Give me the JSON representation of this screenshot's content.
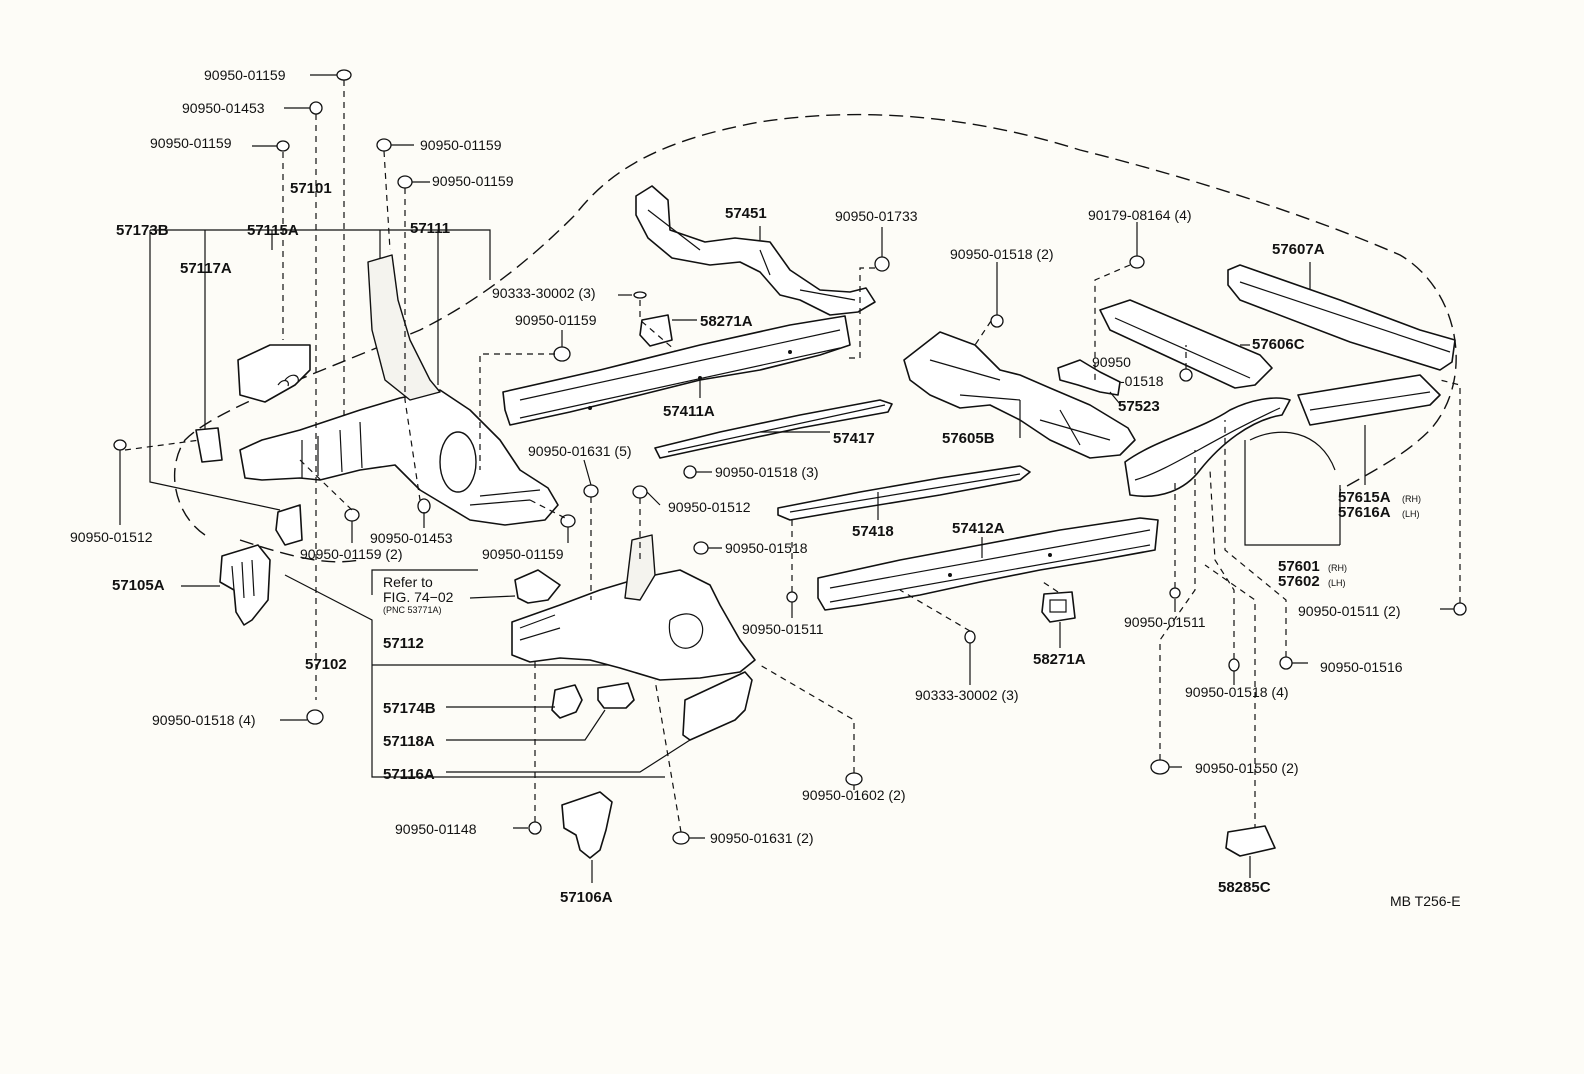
{
  "diagram_id": "MB T256-E",
  "labels": {
    "l_90950_01159_a": "90950-01159",
    "l_90950_01453_a": "90950-01453",
    "l_90950_01159_b": "90950-01159",
    "l_90950_01159_c": "90950-01159",
    "l_90950_01159_d": "90950-01159",
    "l_57101": "57101",
    "l_57173B": "57173B",
    "l_57115A": "57115A",
    "l_57111": "57111",
    "l_57117A": "57117A",
    "l_57451": "57451",
    "l_90950_01733": "90950-01733",
    "l_90179_08164": "90179-08164 (4)",
    "l_57607A": "57607A",
    "l_90333_30002_a": "90333-30002 (3)",
    "l_90950_01518_2": "90950-01518 (2)",
    "l_90950_01159_e": "90950-01159",
    "l_58271A_a": "58271A",
    "l_57606C": "57606C",
    "l_90950_a": "90950",
    "l_01518": "-01518",
    "l_57523": "57523",
    "l_57411A": "57411A",
    "l_57417": "57417",
    "l_57605B": "57605B",
    "l_90950_01631_5": "90950-01631 (5)",
    "l_90950_01518_3": "90950-01518 (3)",
    "l_90950_01512_a": "90950-01512",
    "l_90950_01512_b": "90950-01512",
    "l_90950_01159_2": "90950-01159 (2)",
    "l_90950_01453_b": "90950-01453",
    "l_90950_01159_f": "90950-01159",
    "l_57418": "57418",
    "l_57412A": "57412A",
    "l_57615A": "57615A",
    "l_rh_a": "(RH)",
    "l_57616A": "57616A",
    "l_lh_a": "(LH)",
    "l_90950_01518_b": "90950-01518",
    "l_57105A": "57105A",
    "l_refer_to": "Refer to",
    "l_fig_74_02": "FIG. 74−02",
    "l_pnc": "(PNC 53771A)",
    "l_57601": "57601",
    "l_rh_b": "(RH)",
    "l_57602": "57602",
    "l_lh_b": "(LH)",
    "l_57112": "57112",
    "l_57102": "57102",
    "l_90950_01511_a": "90950-01511",
    "l_90950_01511_b": "90950-01511",
    "l_90950_01511_2": "90950-01511 (2)",
    "l_58271A_b": "58271A",
    "l_90950_01516": "90950-01516",
    "l_90333_30002_b": "90333-30002 (3)",
    "l_90950_01518_4a": "90950-01518 (4)",
    "l_90950_01518_4b": "90950-01518 (4)",
    "l_57174B": "57174B",
    "l_57118A": "57118A",
    "l_57116A": "57116A",
    "l_90950_01550": "90950-01550 (2)",
    "l_90950_01602": "90950-01602 (2)",
    "l_90950_01148": "90950-01148",
    "l_90950_01631_2": "90950-01631 (2)",
    "l_58285C": "58285C",
    "l_57106A": "57106A",
    "l_mb": "MB T256-E"
  }
}
